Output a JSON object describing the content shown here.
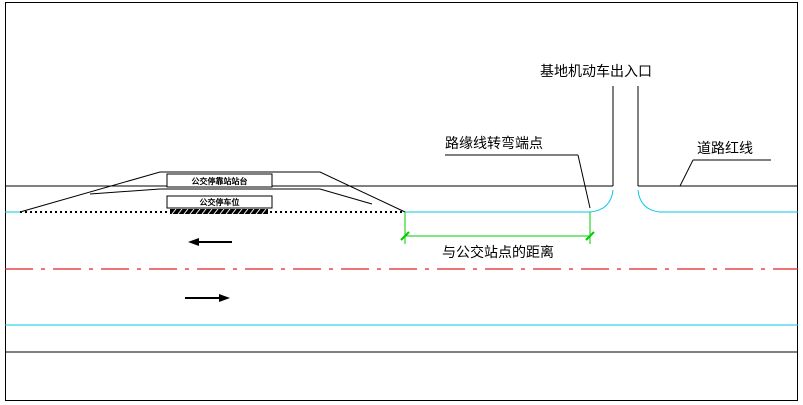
{
  "labels": {
    "entrance": "基地机动车出入口",
    "turn_point": "路缘线转弯端点",
    "red_line": "道路红线",
    "distance": "与公交站点的距离",
    "platform": "公交停靠站站台",
    "bus_bay": "公交停车位"
  },
  "colors": {
    "curb_line": "#00c8e6",
    "center_line": "#e02020",
    "dimension": "#00cc00",
    "outline": "#000000"
  },
  "icons": {
    "left_arrow": "arrow-left-icon",
    "right_arrow": "arrow-right-icon"
  }
}
